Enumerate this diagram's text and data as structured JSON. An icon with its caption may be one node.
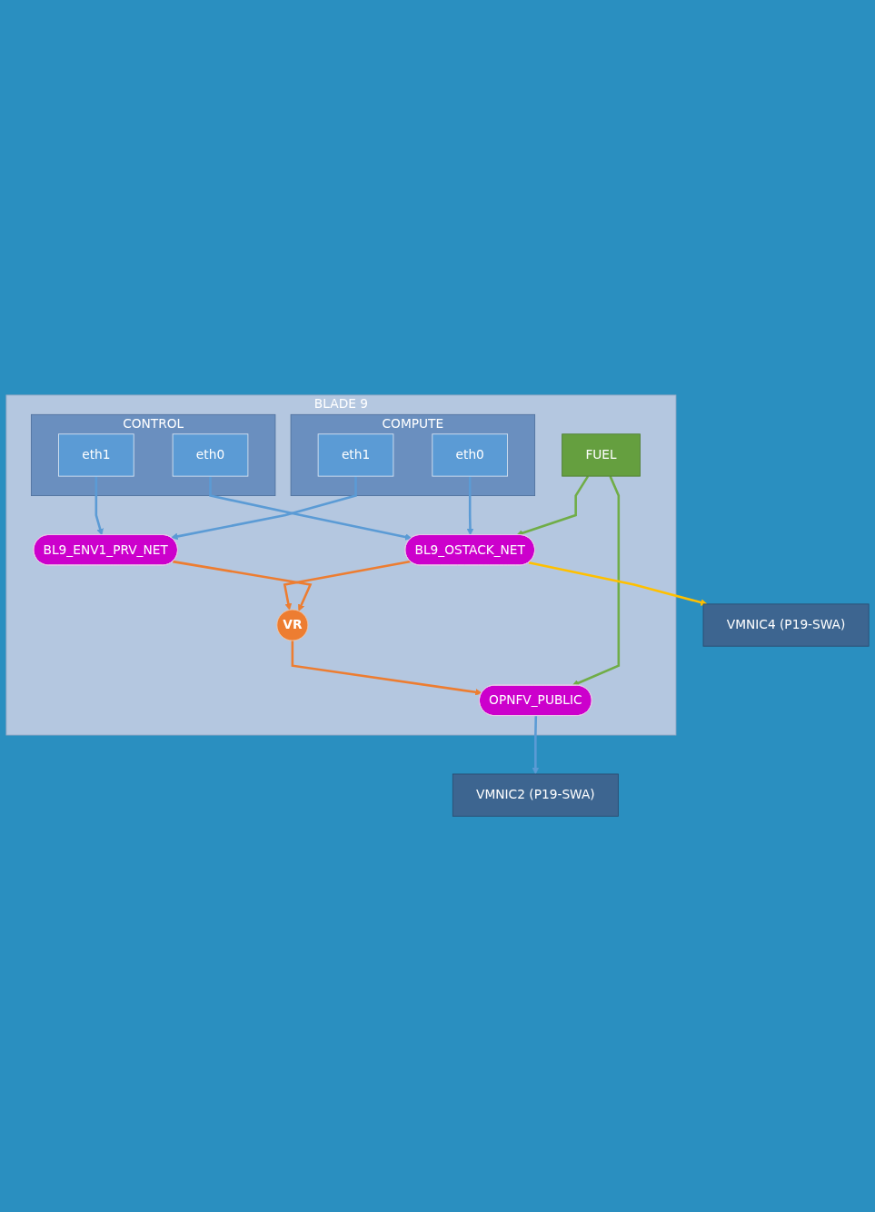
{
  "diagram": {
    "nodes": [
      {
        "text": [
          "BLADE 9"
        ]
      },
      {
        "text": [
          "CONTROL"
        ],
        "in": 0
      },
      {
        "text": [
          "eth0"
        ],
        "in": 1
      },
      {
        "text": [
          "eth1"
        ],
        "in": 1
      },
      {
        "text": [
          "COMPUTE"
        ],
        "in": 0
      },
      {
        "text": [
          "eth0"
        ],
        "in": 4
      },
      {
        "text": [
          "eth1"
        ],
        "in": 4
      },
      {
        "text": [
          "BL9_OSTACK_NET"
        ],
        "in": 0
      },
      {
        "text": [
          "BL9_ENV1_PRV_NET"
        ],
        "in": 0
      },
      {
        "text": [
          "VR"
        ],
        "in": 0
      },
      {
        "text": [
          "FUEL"
        ],
        "in": 0
      },
      {
        "text": [
          "OPNFV_PUBLIC"
        ],
        "in": 0
      },
      {
        "text": [
          "VMNIC4 (P19-SWA)"
        ]
      },
      {
        "text": [
          "VMNIC2 (P19-SWA)"
        ]
      }
    ],
    "edges": [
      {
        "from": 2,
        "to": 7,
        "arrow": "to"
      },
      {
        "from": 3,
        "to": 8,
        "arrow": "to"
      },
      {
        "from": 5,
        "to": 7,
        "arrow": "to"
      },
      {
        "from": 6,
        "to": 8,
        "arrow": "to"
      },
      {
        "from": 7,
        "to": 9,
        "arrow": "to",
        "color": "#ed7d31"
      },
      {
        "from": 8,
        "to": 9,
        "arrow": "to",
        "color": "#ed7d31"
      },
      {
        "from": 10,
        "to": 7,
        "arrow": "to",
        "color": "#70ad47"
      },
      {
        "from": 9,
        "to": 11,
        "arrow": "to",
        "color": "#ed7d31"
      },
      {
        "from": 10,
        "to": 11,
        "arrow": "to",
        "color": "#70ad47"
      },
      {
        "from": 7,
        "to": 12,
        "arrow": "to",
        "color": "#ffc000"
      },
      {
        "from": 11,
        "to": 13,
        "arrow": "to"
      }
    ]
  }
}
